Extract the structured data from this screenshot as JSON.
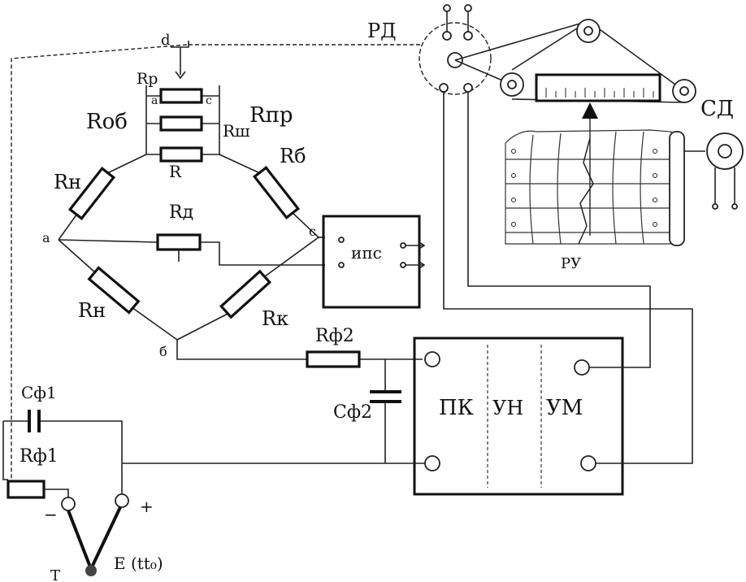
{
  "labels": {
    "rd": "РД",
    "sd": "СД",
    "ru": "РУ",
    "d": "d",
    "rp": "Rp",
    "a_top": "a",
    "c_top": "c",
    "rob": "Rоб",
    "rsh": "Rш",
    "rpr": "Rпр",
    "r": "R",
    "rn_top": "Rн",
    "rb": "Rб",
    "rd_res": "Rд",
    "a_node": "a",
    "c_node": "c",
    "ips": "ипс",
    "rn_bottom": "Rн",
    "rk": "Rк",
    "b_node": "б",
    "rf2": "Rф2",
    "cf1": "Сф1",
    "cf2": "Сф2",
    "rf1": "Rф1",
    "pk": "ПК",
    "un": "УН",
    "um": "УМ",
    "minus": "−",
    "plus": "+",
    "t": "Т",
    "e": "Е (tt₀)"
  }
}
